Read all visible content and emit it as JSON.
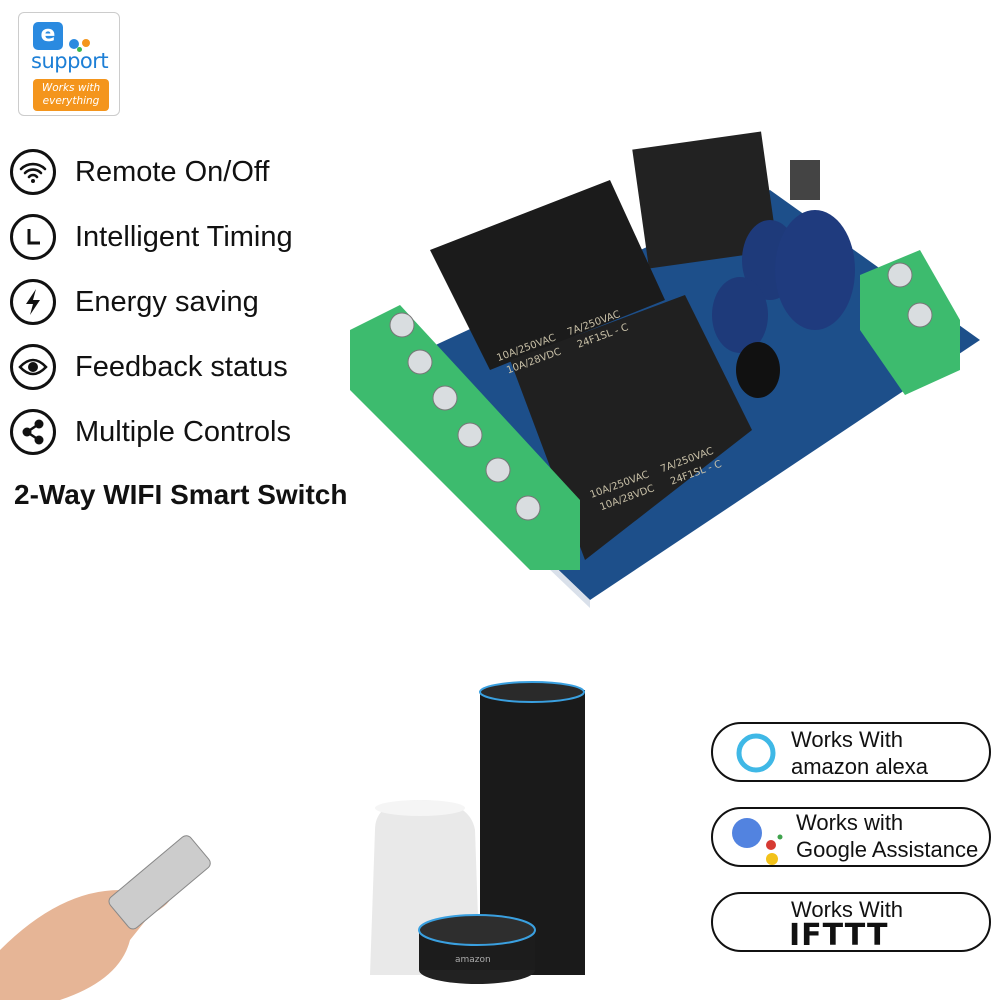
{
  "logo": {
    "letter": "e",
    "brand": "support",
    "tagline": "Works with everything",
    "colors": {
      "blue": "#2a8ae0",
      "orange": "#f4951c"
    }
  },
  "features": [
    {
      "icon": "wifi-icon",
      "label": "Remote On/Off"
    },
    {
      "icon": "clock-icon",
      "label": "Intelligent Timing"
    },
    {
      "icon": "lightning-icon",
      "label": "Energy saving"
    },
    {
      "icon": "eye-icon",
      "label": "Feedback status"
    },
    {
      "icon": "share-icon",
      "label": "Multiple Controls"
    }
  ],
  "product_title": "2-Way WIFI Smart Switch",
  "relay": {
    "line1a": "10A/250VAC",
    "line1b": "7A/250VAC",
    "line2a": "10A/28VDC",
    "line2b": "24F1SL - C"
  },
  "speakers": {
    "dot_brand": "amazon"
  },
  "badges": [
    {
      "line1": "Works With",
      "line2": "amazon alexa",
      "icon": "alexa-ring-icon"
    },
    {
      "line1": "Works with",
      "line2": "Google Assistance",
      "icon": "google-assistant-icon"
    },
    {
      "line1": "Works With",
      "line2": "IFTTT"
    }
  ]
}
